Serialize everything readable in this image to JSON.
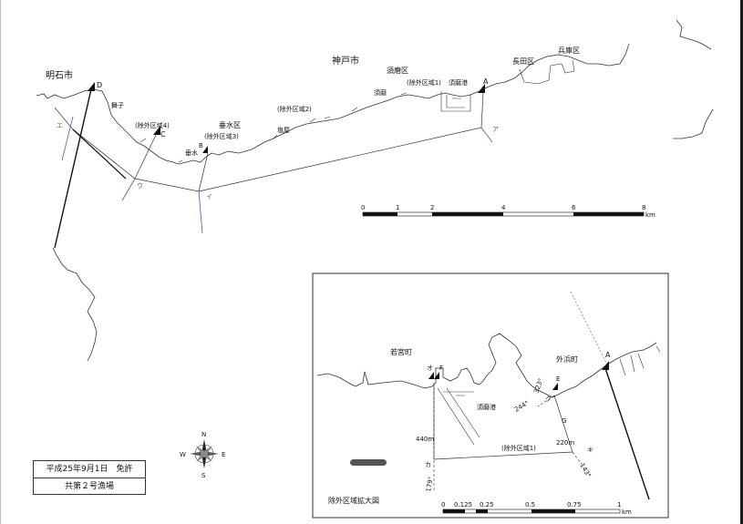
{
  "labels": {
    "akashi": "明石市",
    "kobe": "神戸市",
    "suma_ku": "須磨区",
    "nagata_ku": "長田区",
    "hyogo_ku": "兵庫区",
    "tarumi_ku": "垂水区",
    "maiko": "舞子",
    "tarumi": "垂水",
    "shioya": "塩屋",
    "suma": "須磨",
    "suma_port": "須磨港",
    "excl1": "(除外区域1)",
    "excl2": "(除外区域2)",
    "excl3": "(除外区域3)",
    "excl4": "(除外区域4)",
    "pt_a": "A",
    "pt_c": "C",
    "pt_d": "D",
    "pt_b": "B",
    "pt_e_kana": "エ",
    "pt_u_kana": "ウ",
    "pt_i_kana": "イ",
    "pt_a_kana": "ア"
  },
  "scale_main": {
    "ticks": [
      "0",
      "1",
      "2",
      "4",
      "6",
      "8"
    ],
    "unit": "km"
  },
  "inset": {
    "title": "除外区域拡大図",
    "wakamiya": "若宮町",
    "sotohama": "外浜町",
    "suma_port": "須磨港",
    "excl1": "(除外区域1)",
    "pt_a": "A",
    "pt_e": "E",
    "pt_f": "F",
    "pt_o_kana": "オ",
    "pt_ka_kana": "カ",
    "pt_ki_kana": "キ",
    "pt_ku_kana": "ク",
    "pt_g": "G",
    "d440": "440m",
    "d220": "220m",
    "a179": "179°",
    "a143": "143°",
    "a244": "244°",
    "a323": "323°",
    "scale_ticks": [
      "0",
      "0.125",
      "0.25",
      "0.5",
      "0.75",
      "1"
    ],
    "scale_unit": "km"
  },
  "compass": {
    "n": "N",
    "s": "S",
    "e": "E",
    "w": "W"
  },
  "license": {
    "date": "平成25年9月1日　免許",
    "name": "共第２号漁場"
  }
}
